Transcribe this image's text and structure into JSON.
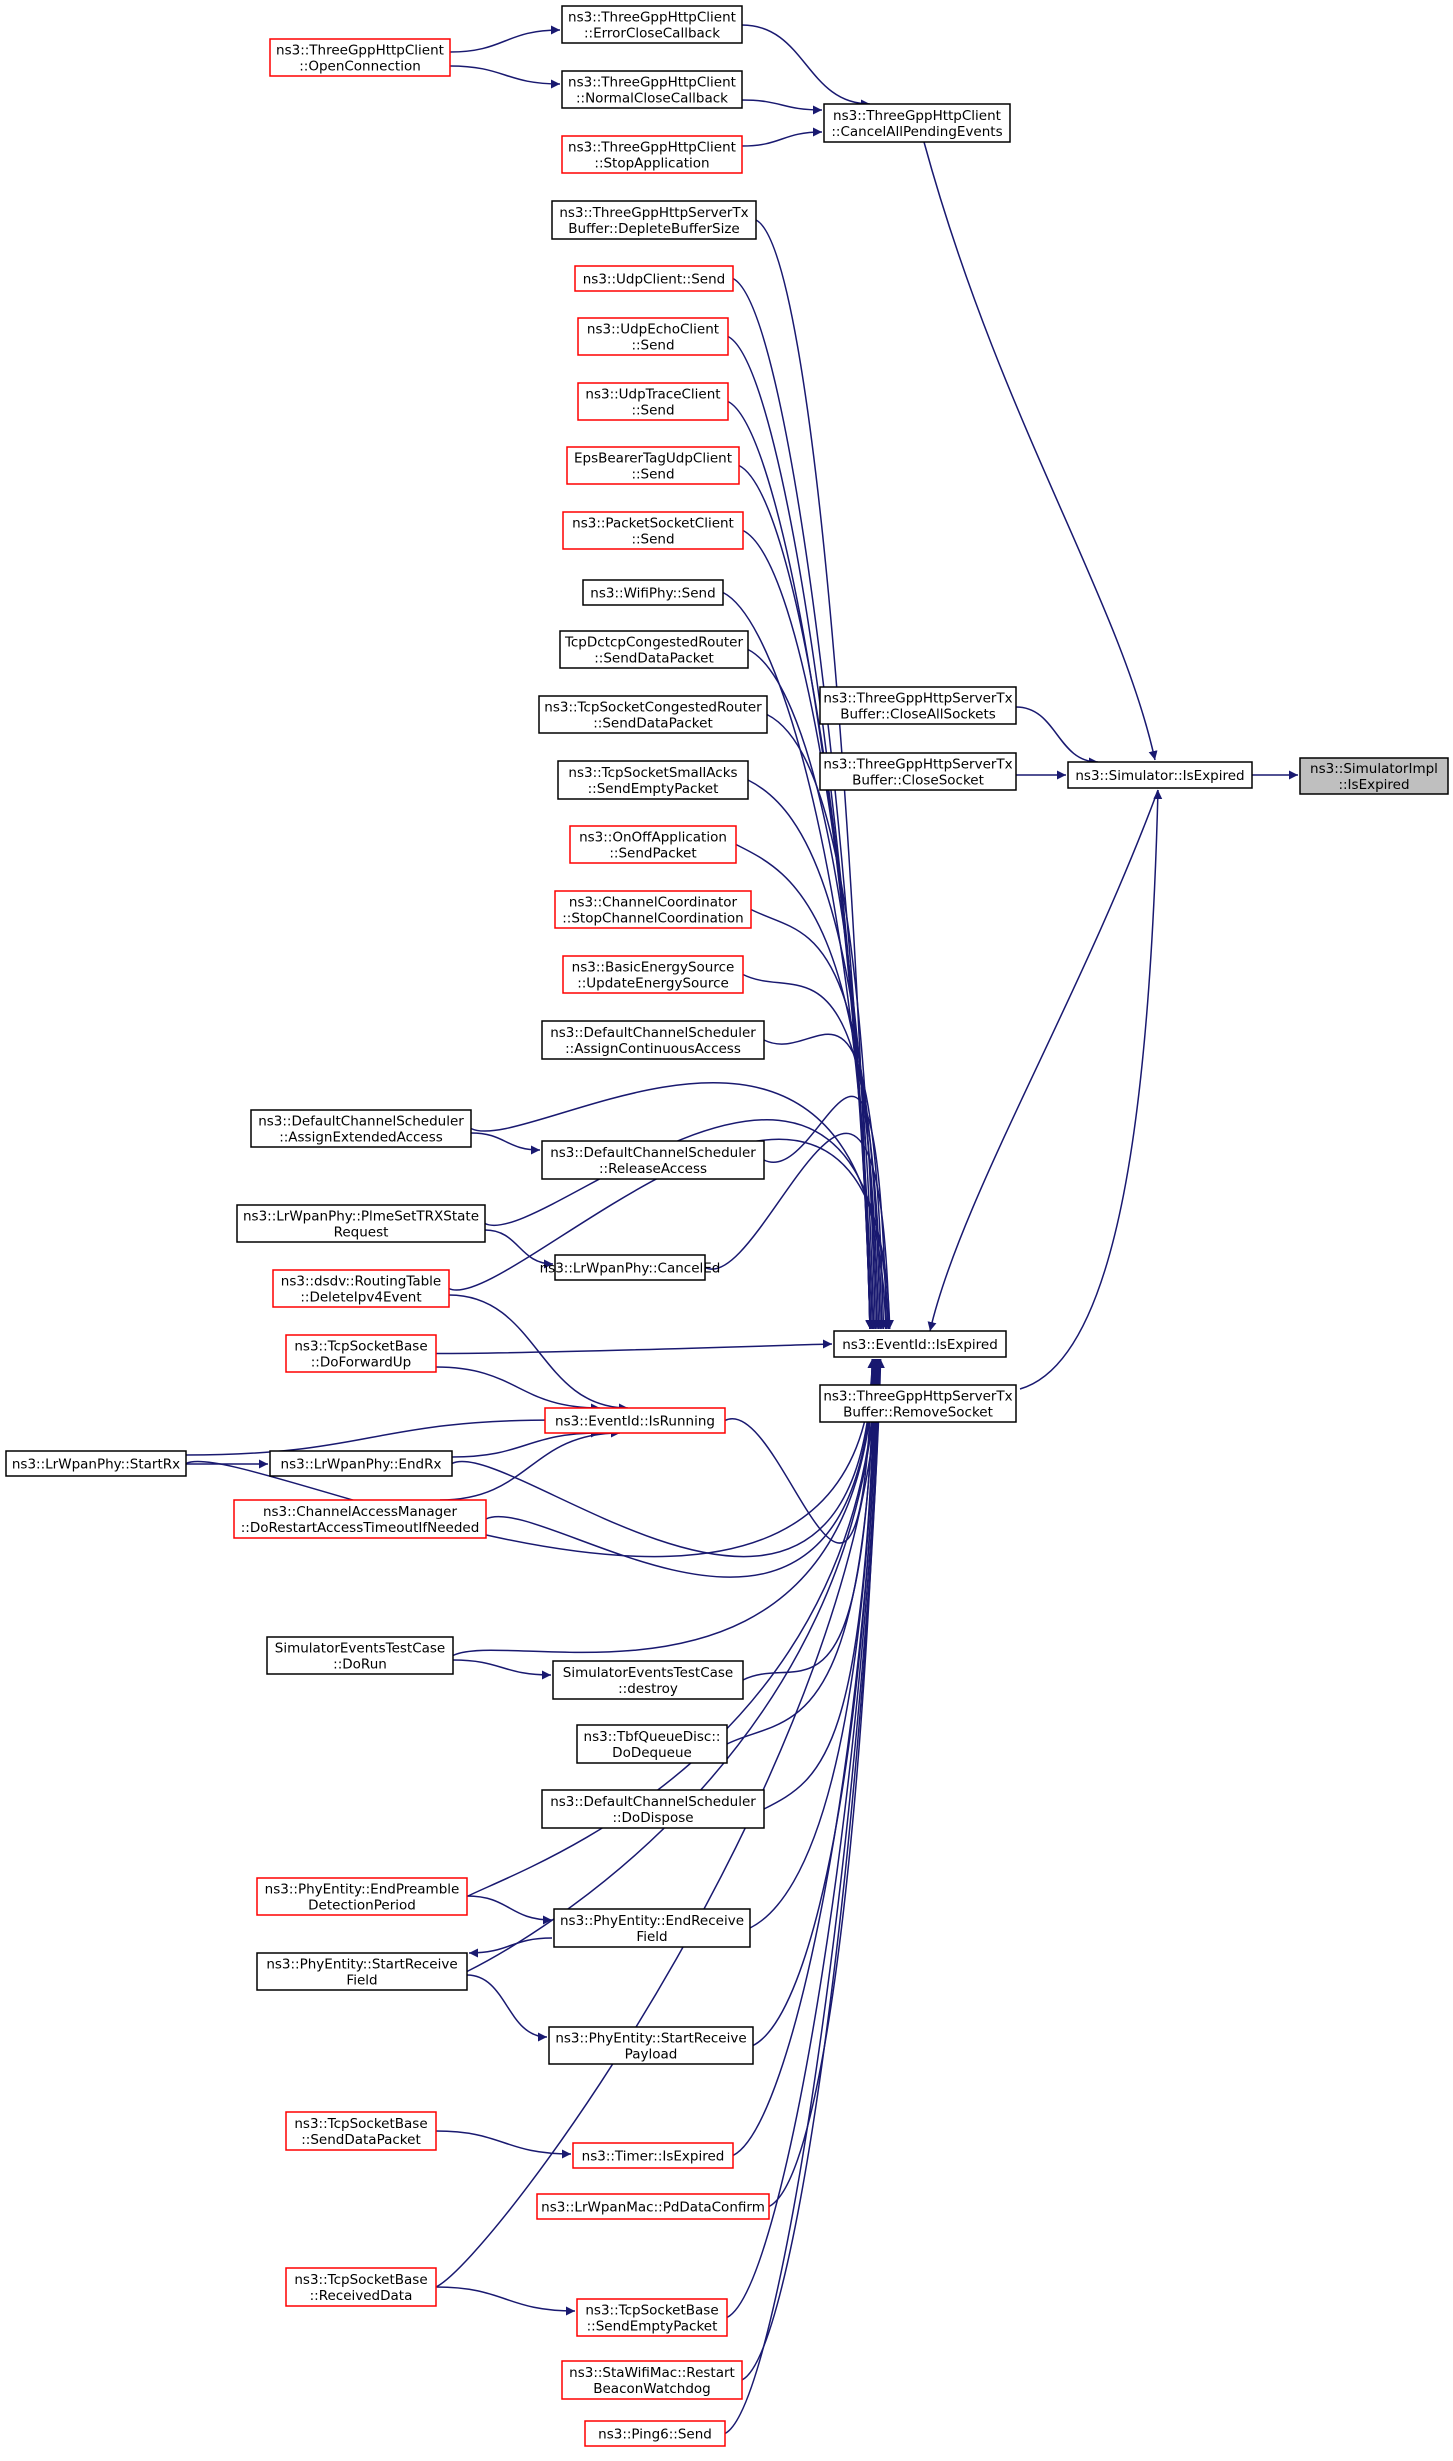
{
  "diagram": {
    "title": "",
    "colors": {
      "edge": "#191970",
      "box_border": "#000000",
      "box_border_truncated": "#ff0000",
      "focus_fill": "#bfbfbf"
    },
    "nodes": [
      {
        "id": "si_isexpired",
        "lines": [
          "ns3::SimulatorImpl",
          "::IsExpired"
        ],
        "style": "focus"
      },
      {
        "id": "sim_isexpired",
        "lines": [
          "ns3::Simulator::IsExpired"
        ],
        "style": "black"
      },
      {
        "id": "cancelall",
        "lines": [
          "ns3::ThreeGppHttpClient",
          "::CancelAllPendingEvents"
        ],
        "style": "black"
      },
      {
        "id": "errclose",
        "lines": [
          "ns3::ThreeGppHttpClient",
          "::ErrorCloseCallback"
        ],
        "style": "black"
      },
      {
        "id": "normclose",
        "lines": [
          "ns3::ThreeGppHttpClient",
          "::NormalCloseCallback"
        ],
        "style": "black"
      },
      {
        "id": "stopapp",
        "lines": [
          "ns3::ThreeGppHttpClient",
          "::StopApplication"
        ],
        "style": "red"
      },
      {
        "id": "openconn",
        "lines": [
          "ns3::ThreeGppHttpClient",
          "::OpenConnection"
        ],
        "style": "red"
      },
      {
        "id": "closeall",
        "lines": [
          "ns3::ThreeGppHttpServerTx",
          "Buffer::CloseAllSockets"
        ],
        "style": "black"
      },
      {
        "id": "closesock",
        "lines": [
          "ns3::ThreeGppHttpServerTx",
          "Buffer::CloseSocket"
        ],
        "style": "black"
      },
      {
        "id": "removesock",
        "lines": [
          "ns3::ThreeGppHttpServerTx",
          "Buffer::RemoveSocket"
        ],
        "style": "black"
      },
      {
        "id": "eventid_isexpired",
        "lines": [
          "ns3::EventId::IsExpired"
        ],
        "style": "black"
      },
      {
        "id": "deplete",
        "lines": [
          "ns3::ThreeGppHttpServerTx",
          "Buffer::DepleteBufferSize"
        ],
        "style": "black"
      },
      {
        "id": "udpclient",
        "lines": [
          "ns3::UdpClient::Send"
        ],
        "style": "red"
      },
      {
        "id": "udpecho",
        "lines": [
          "ns3::UdpEchoClient",
          "::Send"
        ],
        "style": "red"
      },
      {
        "id": "udptrace",
        "lines": [
          "ns3::UdpTraceClient",
          "::Send"
        ],
        "style": "red"
      },
      {
        "id": "epsbearer",
        "lines": [
          "EpsBearerTagUdpClient",
          "::Send"
        ],
        "style": "red"
      },
      {
        "id": "packetsock",
        "lines": [
          "ns3::PacketSocketClient",
          "::Send"
        ],
        "style": "red"
      },
      {
        "id": "wifiphy",
        "lines": [
          "ns3::WifiPhy::Send"
        ],
        "style": "black"
      },
      {
        "id": "tcpdctcp",
        "lines": [
          "TcpDctcpCongestedRouter",
          "::SendDataPacket"
        ],
        "style": "black"
      },
      {
        "id": "tcpsockcong",
        "lines": [
          "ns3::TcpSocketCongestedRouter",
          "::SendDataPacket"
        ],
        "style": "black"
      },
      {
        "id": "tcpsmallacks",
        "lines": [
          "ns3::TcpSocketSmallAcks",
          "::SendEmptyPacket"
        ],
        "style": "black"
      },
      {
        "id": "onoff",
        "lines": [
          "ns3::OnOffApplication",
          "::SendPacket"
        ],
        "style": "red"
      },
      {
        "id": "chancoord",
        "lines": [
          "ns3::ChannelCoordinator",
          "::StopChannelCoordination"
        ],
        "style": "red"
      },
      {
        "id": "basicenergy",
        "lines": [
          "ns3::BasicEnergySource",
          "::UpdateEnergySource"
        ],
        "style": "red"
      },
      {
        "id": "assigncont",
        "lines": [
          "ns3::DefaultChannelScheduler",
          "::AssignContinuousAccess"
        ],
        "style": "black"
      },
      {
        "id": "assignext",
        "lines": [
          "ns3::DefaultChannelScheduler",
          "::AssignExtendedAccess"
        ],
        "style": "black"
      },
      {
        "id": "releaseacc",
        "lines": [
          "ns3::DefaultChannelScheduler",
          "::ReleaseAccess"
        ],
        "style": "black"
      },
      {
        "id": "plmeset",
        "lines": [
          "ns3::LrWpanPhy::PlmeSetTRXState",
          "Request"
        ],
        "style": "black"
      },
      {
        "id": "canceled",
        "lines": [
          "ns3::LrWpanPhy::CancelEd"
        ],
        "style": "black"
      },
      {
        "id": "dsdv",
        "lines": [
          "ns3::dsdv::RoutingTable",
          "::DeleteIpv4Event"
        ],
        "style": "red"
      },
      {
        "id": "doforward",
        "lines": [
          "ns3::TcpSocketBase",
          "::DoForwardUp"
        ],
        "style": "red"
      },
      {
        "id": "isrunning",
        "lines": [
          "ns3::EventId::IsRunning"
        ],
        "style": "red"
      },
      {
        "id": "startrx",
        "lines": [
          "ns3::LrWpanPhy::StartRx"
        ],
        "style": "black"
      },
      {
        "id": "endrx",
        "lines": [
          "ns3::LrWpanPhy::EndRx"
        ],
        "style": "black"
      },
      {
        "id": "chanaccmgr",
        "lines": [
          "ns3::ChannelAccessManager",
          "::DoRestartAccessTimeoutIfNeeded"
        ],
        "style": "red"
      },
      {
        "id": "simdorun",
        "lines": [
          "SimulatorEventsTestCase",
          "::DoRun"
        ],
        "style": "black"
      },
      {
        "id": "simdestroy",
        "lines": [
          "SimulatorEventsTestCase",
          "::destroy"
        ],
        "style": "black"
      },
      {
        "id": "tbf",
        "lines": [
          "ns3::TbfQueueDisc::",
          "DoDequeue"
        ],
        "style": "black"
      },
      {
        "id": "dcsdispose",
        "lines": [
          "ns3::DefaultChannelScheduler",
          "::DoDispose"
        ],
        "style": "black"
      },
      {
        "id": "endpreamble",
        "lines": [
          "ns3::PhyEntity::EndPreamble",
          "DetectionPeriod"
        ],
        "style": "red"
      },
      {
        "id": "endrecvfield",
        "lines": [
          "ns3::PhyEntity::EndReceive",
          "Field"
        ],
        "style": "black"
      },
      {
        "id": "startrecvfield",
        "lines": [
          "ns3::PhyEntity::StartReceive",
          "Field"
        ],
        "style": "black"
      },
      {
        "id": "startrecvpayload",
        "lines": [
          "ns3::PhyEntity::StartReceive",
          "Payload"
        ],
        "style": "black"
      },
      {
        "id": "tcpsenddata",
        "lines": [
          "ns3::TcpSocketBase",
          "::SendDataPacket"
        ],
        "style": "red"
      },
      {
        "id": "timer",
        "lines": [
          "ns3::Timer::IsExpired"
        ],
        "style": "red"
      },
      {
        "id": "pddata",
        "lines": [
          "ns3::LrWpanMac::PdDataConfirm"
        ],
        "style": "red"
      },
      {
        "id": "tcprecv",
        "lines": [
          "ns3::TcpSocketBase",
          "::ReceivedData"
        ],
        "style": "red"
      },
      {
        "id": "tcpsendempty",
        "lines": [
          "ns3::TcpSocketBase",
          "::SendEmptyPacket"
        ],
        "style": "red"
      },
      {
        "id": "stawifi",
        "lines": [
          "ns3::StaWifiMac::Restart",
          "BeaconWatchdog"
        ],
        "style": "red"
      },
      {
        "id": "ping6",
        "lines": [
          "ns3::Ping6::Send"
        ],
        "style": "red"
      }
    ],
    "edges": [
      [
        "sim_isexpired",
        "si_isexpired"
      ],
      [
        "cancelall",
        "sim_isexpired"
      ],
      [
        "closeall",
        "sim_isexpired"
      ],
      [
        "closesock",
        "sim_isexpired"
      ],
      [
        "removesock",
        "sim_isexpired"
      ],
      [
        "eventid_isexpired",
        "sim_isexpired"
      ],
      [
        "errclose",
        "cancelall"
      ],
      [
        "normclose",
        "cancelall"
      ],
      [
        "stopapp",
        "cancelall"
      ],
      [
        "openconn",
        "errclose"
      ],
      [
        "openconn",
        "normclose"
      ],
      [
        "deplete",
        "eventid_isexpired"
      ],
      [
        "udpclient",
        "eventid_isexpired"
      ],
      [
        "udpecho",
        "eventid_isexpired"
      ],
      [
        "udptrace",
        "eventid_isexpired"
      ],
      [
        "epsbearer",
        "eventid_isexpired"
      ],
      [
        "packetsock",
        "eventid_isexpired"
      ],
      [
        "wifiphy",
        "eventid_isexpired"
      ],
      [
        "tcpdctcp",
        "eventid_isexpired"
      ],
      [
        "tcpsockcong",
        "eventid_isexpired"
      ],
      [
        "tcpsmallacks",
        "eventid_isexpired"
      ],
      [
        "onoff",
        "eventid_isexpired"
      ],
      [
        "chancoord",
        "eventid_isexpired"
      ],
      [
        "basicenergy",
        "eventid_isexpired"
      ],
      [
        "assigncont",
        "eventid_isexpired"
      ],
      [
        "assignext",
        "eventid_isexpired"
      ],
      [
        "releaseacc",
        "eventid_isexpired"
      ],
      [
        "plmeset",
        "eventid_isexpired"
      ],
      [
        "canceled",
        "eventid_isexpired"
      ],
      [
        "dsdv",
        "eventid_isexpired"
      ],
      [
        "doforward",
        "eventid_isexpired"
      ],
      [
        "isrunning",
        "eventid_isexpired"
      ],
      [
        "endrx",
        "eventid_isexpired"
      ],
      [
        "chanaccmgr",
        "eventid_isexpired"
      ],
      [
        "startrx",
        "eventid_isexpired"
      ],
      [
        "simdorun",
        "eventid_isexpired"
      ],
      [
        "simdestroy",
        "eventid_isexpired"
      ],
      [
        "tbf",
        "eventid_isexpired"
      ],
      [
        "dcsdispose",
        "eventid_isexpired"
      ],
      [
        "endpreamble",
        "eventid_isexpired"
      ],
      [
        "endrecvfield",
        "eventid_isexpired"
      ],
      [
        "startrecvfield",
        "eventid_isexpired"
      ],
      [
        "startrecvpayload",
        "eventid_isexpired"
      ],
      [
        "timer",
        "eventid_isexpired"
      ],
      [
        "pddata",
        "eventid_isexpired"
      ],
      [
        "tcprecv",
        "eventid_isexpired"
      ],
      [
        "tcpsendempty",
        "eventid_isexpired"
      ],
      [
        "stawifi",
        "eventid_isexpired"
      ],
      [
        "ping6",
        "eventid_isexpired"
      ],
      [
        "assignext",
        "releaseacc"
      ],
      [
        "plmeset",
        "canceled"
      ],
      [
        "dsdv",
        "isrunning"
      ],
      [
        "doforward",
        "isrunning"
      ],
      [
        "endrx",
        "isrunning"
      ],
      [
        "startrx",
        "isrunning"
      ],
      [
        "chanaccmgr",
        "isrunning"
      ],
      [
        "startrx",
        "endrx"
      ],
      [
        "simdorun",
        "simdestroy"
      ],
      [
        "endpreamble",
        "endrecvfield"
      ],
      [
        "endrecvfield",
        "startrecvfield"
      ],
      [
        "startrecvfield",
        "startrecvpayload"
      ],
      [
        "tcpsenddata",
        "timer"
      ],
      [
        "tcprecv",
        "tcpsendempty"
      ]
    ]
  }
}
